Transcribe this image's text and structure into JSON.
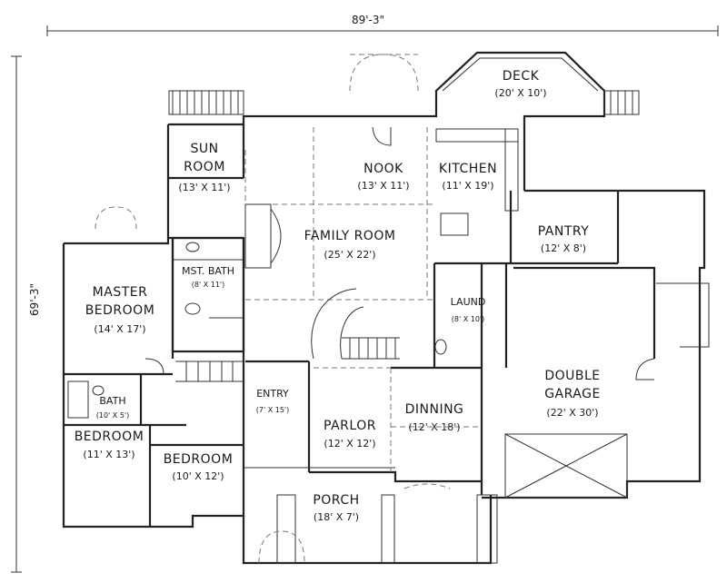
{
  "overall": {
    "width": "89'-3\"",
    "depth": "69'-3\""
  },
  "rooms": {
    "deck": {
      "name": "DECK",
      "size": "(20' X 10')"
    },
    "sun_room": {
      "name_line1": "SUN",
      "name_line2": "ROOM",
      "size": "(13' X 11')"
    },
    "nook": {
      "name": "NOOK",
      "size": "(13' X 11')"
    },
    "kitchen": {
      "name": "KITCHEN",
      "size": "(11' X 19')"
    },
    "pantry": {
      "name": "PANTRY",
      "size": "(12' X 8')"
    },
    "family_room": {
      "name": "FAMILY ROOM",
      "size": "(25' X 22')"
    },
    "master_bedroom": {
      "name_line1": "MASTER",
      "name_line2": "BEDROOM",
      "size": "(14' X 17')"
    },
    "master_bath": {
      "name": "MST. BATH",
      "size": "(8' X 11')"
    },
    "laundry": {
      "name": "LAUND",
      "size": "(8' X 10')"
    },
    "bath": {
      "name": "BATH",
      "size": "(10' X 5')"
    },
    "entry": {
      "name": "ENTRY",
      "size": "(7' X 15')"
    },
    "parlor": {
      "name": "PARLOR",
      "size": "(12' X 12')"
    },
    "dinning": {
      "name": "DINNING",
      "size": "(12' X 18')"
    },
    "double_garage": {
      "name_line1": "DOUBLE",
      "name_line2": "GARAGE",
      "size": "(22' X 30')"
    },
    "bedroom_1": {
      "name": "BEDROOM",
      "size": "(11' X 13')"
    },
    "bedroom_2": {
      "name": "BEDROOM",
      "size": "(10' X 12')"
    },
    "porch": {
      "name": "PORCH",
      "size": "(18' X 7')"
    }
  }
}
